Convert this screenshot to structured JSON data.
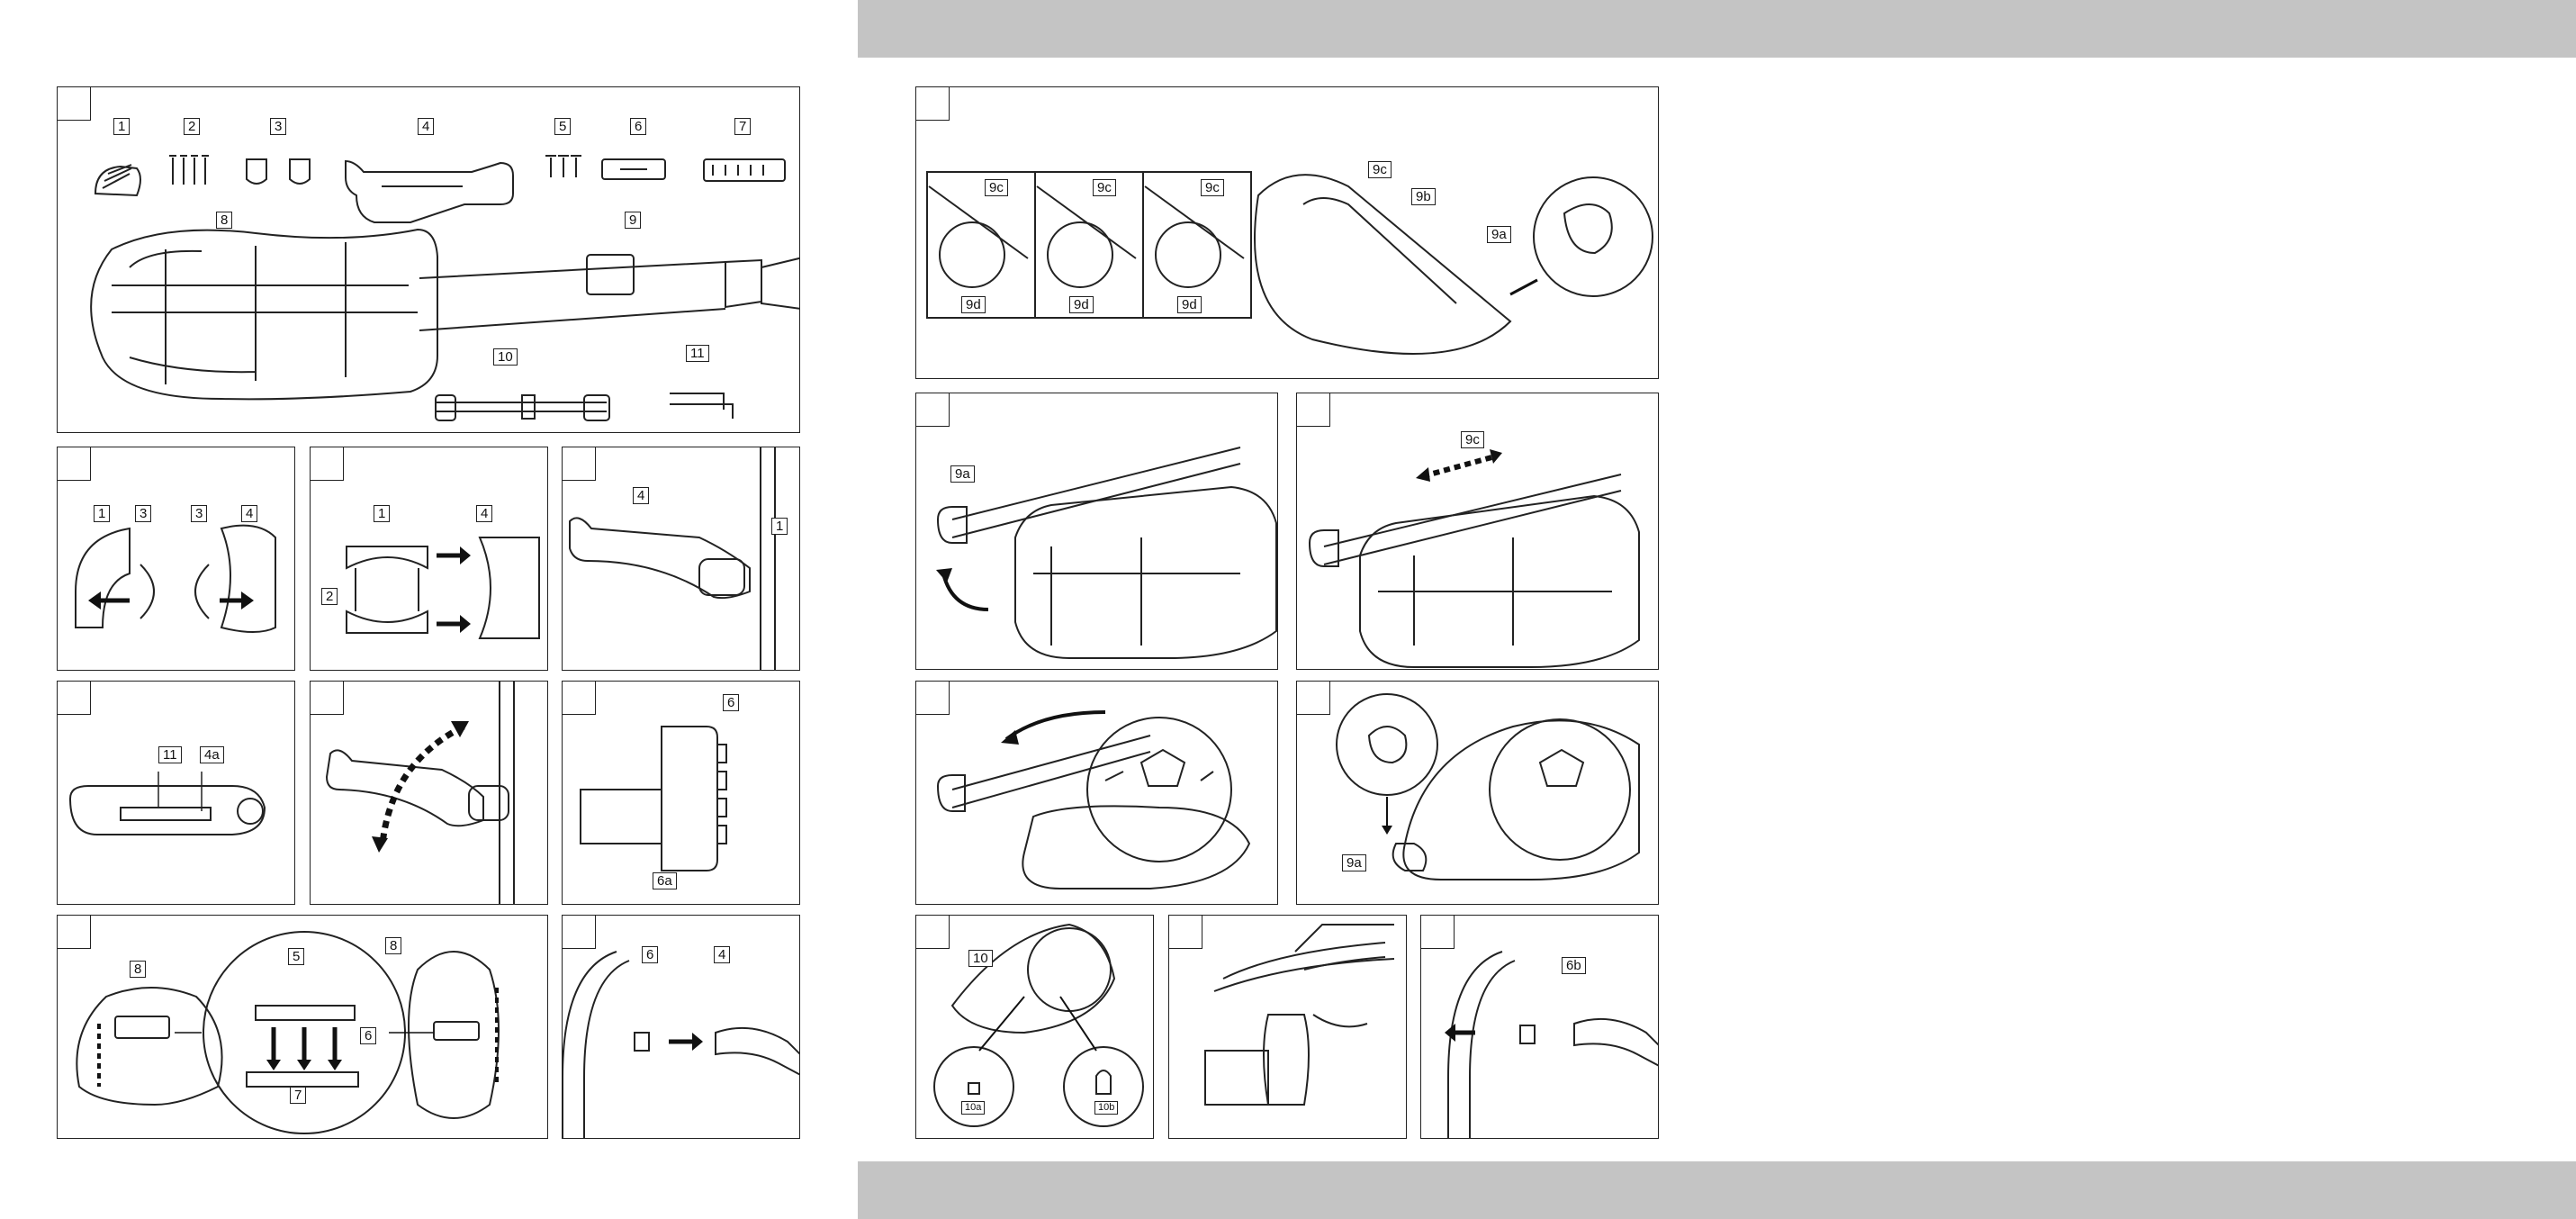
{
  "labels": {
    "p1": [
      "1",
      "2",
      "3",
      "4",
      "5",
      "6",
      "7",
      "8",
      "9",
      "10",
      "11"
    ],
    "p2": [
      "1",
      "3",
      "3",
      "4"
    ],
    "p3": [
      "1",
      "4",
      "2"
    ],
    "p4": [
      "4",
      "1"
    ],
    "p5": [
      "11",
      "4a"
    ],
    "p7": [
      "6",
      "6a"
    ],
    "p8": [
      "8",
      "5",
      "6",
      "7",
      "8"
    ],
    "p9": [
      "6",
      "4"
    ],
    "r1": [
      "9c",
      "9c",
      "9c",
      "9d",
      "9d",
      "9d",
      "9c",
      "9b",
      "9a"
    ],
    "r2": [
      "9a"
    ],
    "r3": [
      "9c"
    ],
    "r5": [
      "9a"
    ],
    "r6": [
      "10",
      "10a",
      "10b"
    ],
    "r8": [
      "6b"
    ]
  },
  "colors": {
    "band": "#c4c4c4",
    "line": "#222222"
  }
}
